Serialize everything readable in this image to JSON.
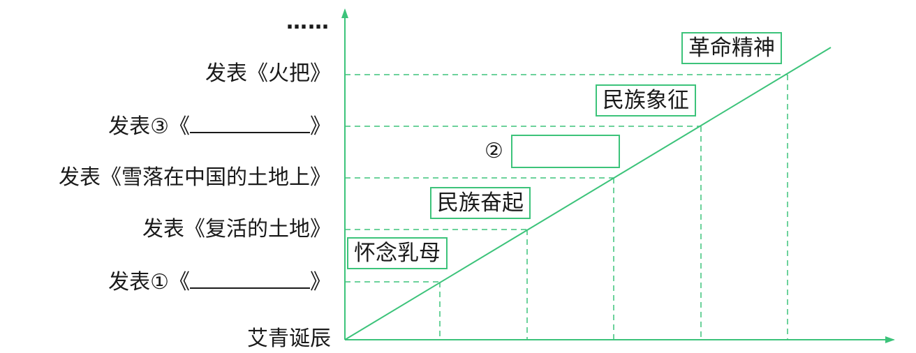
{
  "y_axis_labels": {
    "birth": "艾青诞辰",
    "label1_prefix": "发表①《",
    "label1_suffix": "》",
    "label2": "发表《复活的土地》",
    "label3": "发表《雪落在中国的土地上》",
    "label4_prefix": "发表③《",
    "label4_suffix": "》",
    "label5": "发表《火把》",
    "more": "……"
  },
  "boxes": {
    "b1": "怀念乳母",
    "b2": "民族奋起",
    "b3_marker": "②",
    "b4": "民族象征",
    "b5": "革命精神"
  },
  "colors": {
    "line": "#3cc37a",
    "text": "#1a1a1a"
  }
}
